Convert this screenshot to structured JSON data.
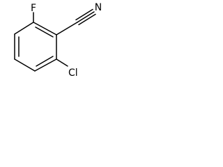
{
  "atoms": {
    "fluorine": "F",
    "nitrogen": "N",
    "chlorine": "Cl"
  },
  "colors": {
    "bond": "#000000",
    "label": "#000000",
    "background": "#ffffff"
  }
}
